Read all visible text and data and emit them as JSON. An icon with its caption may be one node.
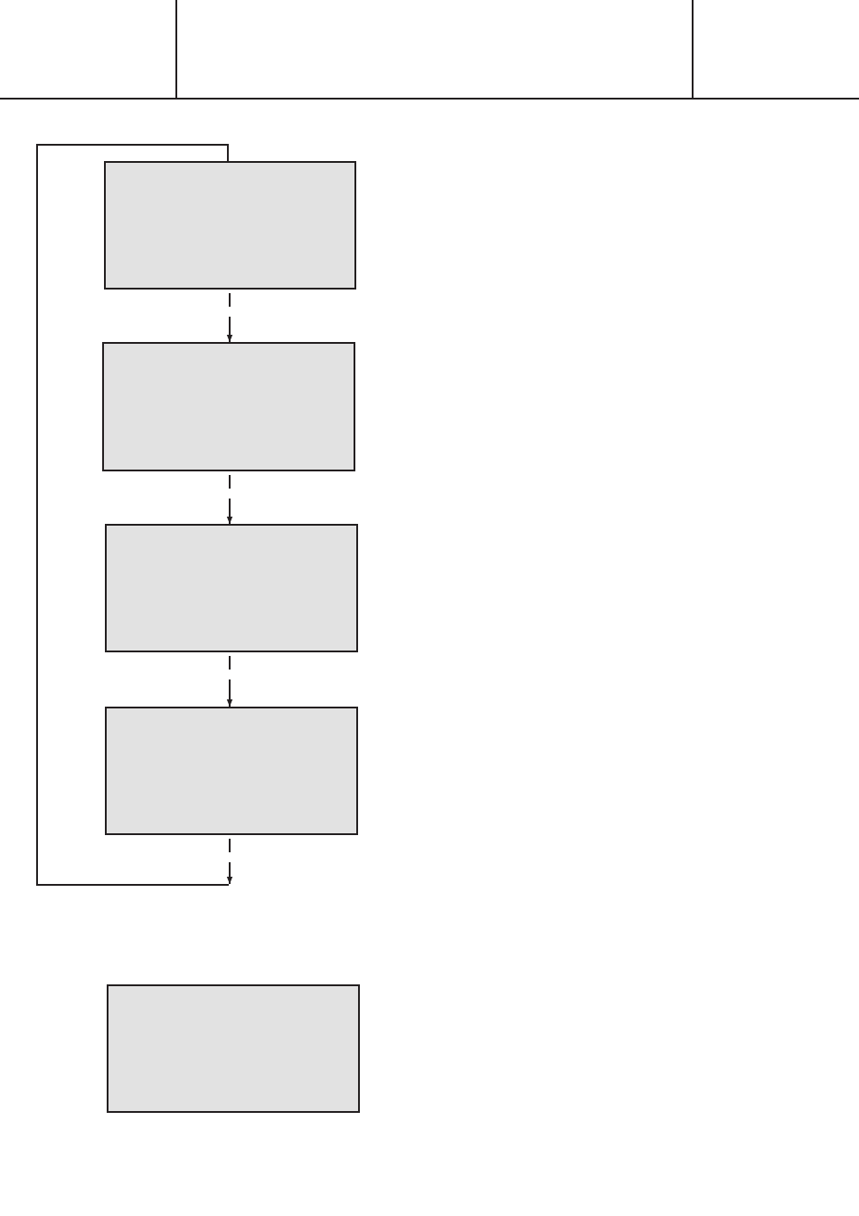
{
  "diagram": {
    "nodes": [
      {
        "text": [],
        "shape": "box"
      },
      {
        "text": [],
        "shape": "box"
      },
      {
        "text": [],
        "shape": "box"
      },
      {
        "text": [],
        "shape": "box"
      },
      {
        "text": [],
        "shape": "box"
      }
    ],
    "edges": [
      {
        "from": 0,
        "to": 1,
        "arrow": "to",
        "style": "dashed"
      },
      {
        "from": 1,
        "to": 2,
        "arrow": "to",
        "style": "dashed"
      },
      {
        "from": 2,
        "to": 3,
        "arrow": "to",
        "style": "dashed"
      },
      {
        "from": 3,
        "to": null,
        "arrow": "to",
        "style": "dashed"
      },
      {
        "from": null,
        "to": 0,
        "arrow": "none"
      }
    ]
  }
}
